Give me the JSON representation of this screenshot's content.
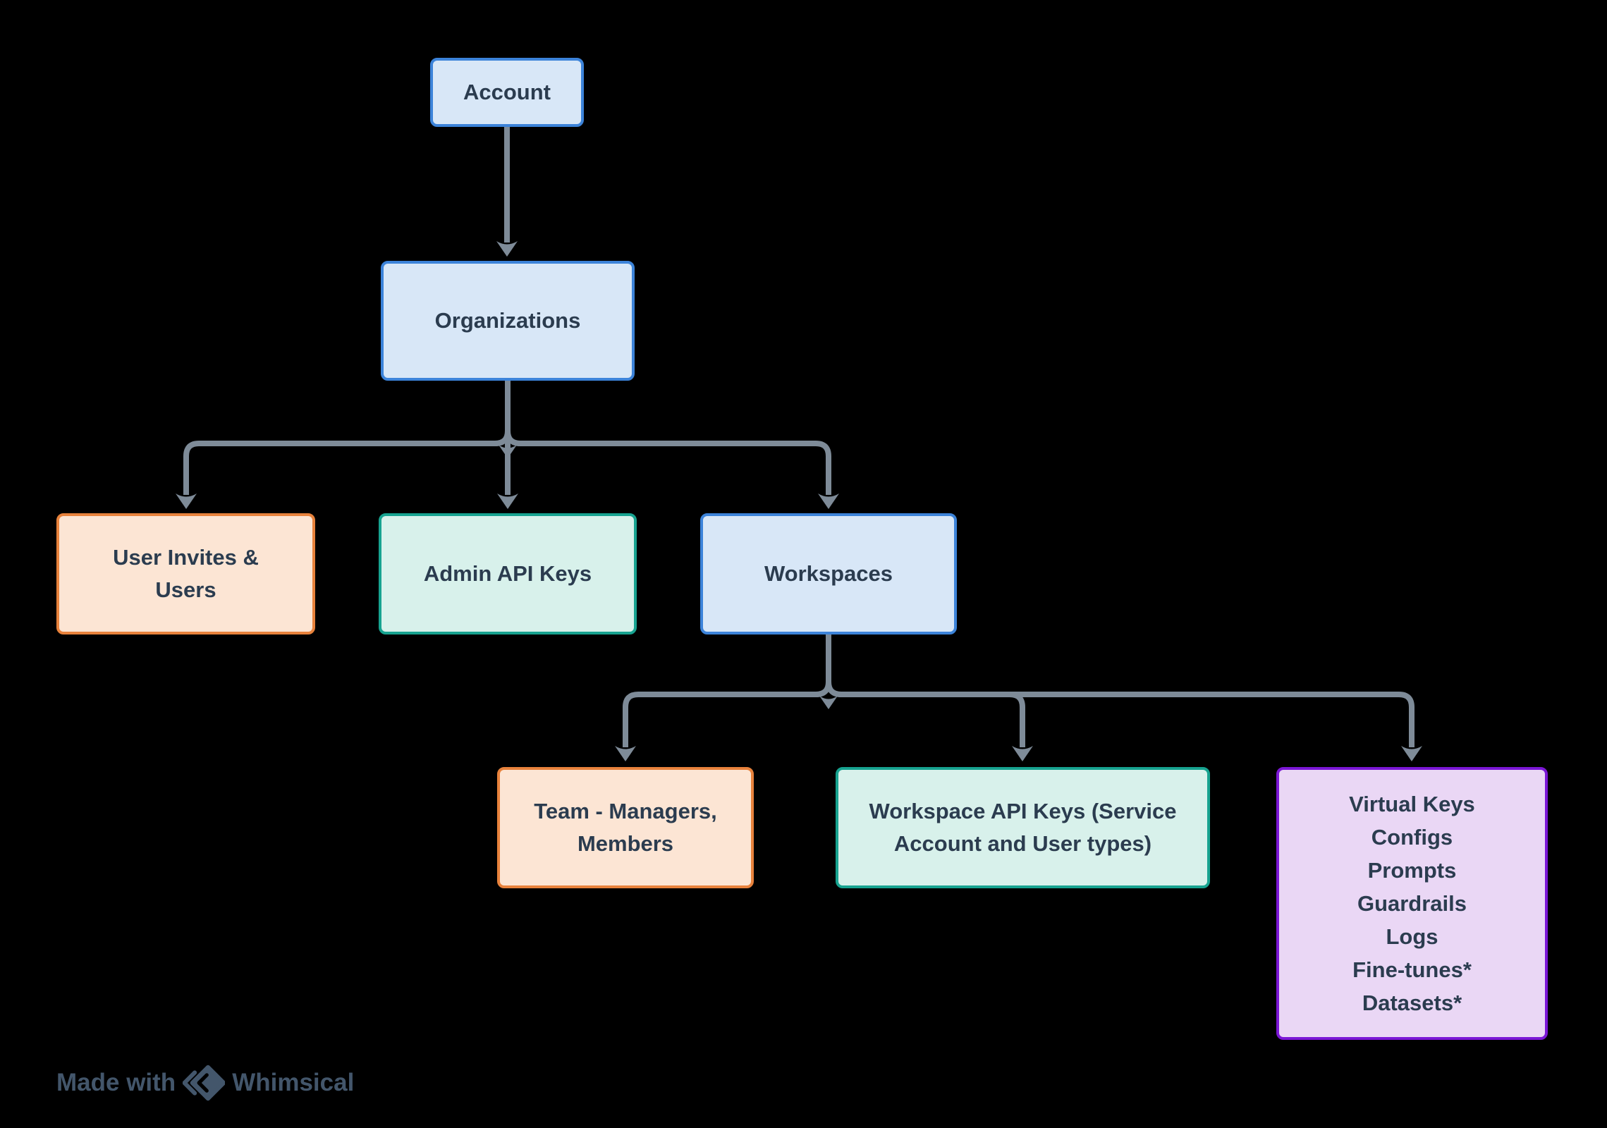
{
  "diagram": {
    "type": "hierarchy-flowchart",
    "background": "#000000",
    "nodes": {
      "account": {
        "label": "Account",
        "color_role": "blue"
      },
      "organizations": {
        "label": "Organizations",
        "color_role": "blue"
      },
      "user_invites": {
        "label": "User Invites &\nUsers",
        "color_role": "orange"
      },
      "admin_api_keys": {
        "label": "Admin API Keys",
        "color_role": "teal"
      },
      "workspaces": {
        "label": "Workspaces",
        "color_role": "blue"
      },
      "team": {
        "label": "Team - Managers,\nMembers",
        "color_role": "orange"
      },
      "workspace_api_keys": {
        "label": "Workspace API Keys (Service\nAccount and User types)",
        "color_role": "teal"
      },
      "workspace_features": {
        "label": "Virtual Keys\nConfigs\nPrompts\nGuardrails\nLogs\nFine-tunes*\nDatasets*",
        "color_role": "purple"
      }
    },
    "edges": [
      {
        "from": "account",
        "to": "organizations"
      },
      {
        "from": "organizations",
        "to": "user_invites"
      },
      {
        "from": "organizations",
        "to": "admin_api_keys"
      },
      {
        "from": "organizations",
        "to": "workspaces"
      },
      {
        "from": "workspaces",
        "to": "team"
      },
      {
        "from": "workspaces",
        "to": "workspace_api_keys"
      },
      {
        "from": "workspaces",
        "to": "workspace_features"
      }
    ],
    "colors": {
      "blue_fill": "#d8e7f7",
      "blue_border": "#3c83d9",
      "orange_fill": "#fce5d4",
      "orange_border": "#e8823c",
      "teal_fill": "#d8f1eb",
      "teal_border": "#17a390",
      "purple_fill": "#ead7f5",
      "purple_border": "#7b17d6",
      "node_text": "#2b3c4f",
      "connector": "#7e8b98",
      "watermark_text": "#43566b"
    }
  },
  "watermark": {
    "prefix": "Made with",
    "brand": "Whimsical"
  }
}
